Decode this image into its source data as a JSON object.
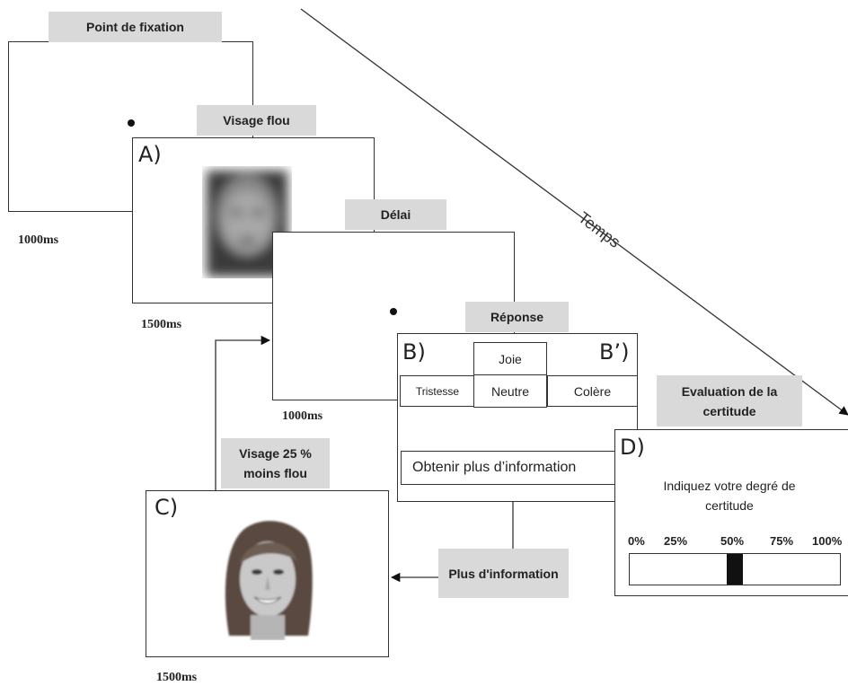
{
  "labels": {
    "fixation": "Point de fixation",
    "blurred_face": "Visage flou",
    "delay": "Délai",
    "response": "Réponse",
    "less_blur": "Visage 25 % moins flou",
    "more_info": "Plus d'information",
    "certainty_eval": "Evaluation de la certitude"
  },
  "durations": {
    "fixation": "1000ms",
    "face": "1500ms",
    "delay": "1000ms",
    "less_blur": "1500ms"
  },
  "time_arrow": "Temps",
  "panel_tags": {
    "a": "A)",
    "b": "B)",
    "b_prime": "B’)",
    "c": "C)",
    "d": "D)"
  },
  "response_options": {
    "top": "Joie",
    "left": "Tristesse",
    "middle": "Neutre",
    "right": "Colère",
    "more_info_button": "Obtenir plus d’information"
  },
  "certainty": {
    "prompt": "Indiquez votre degré de certitude",
    "ticks": [
      "0%",
      "25%",
      "50%",
      "75%",
      "100%"
    ],
    "marker_value": 0.5
  }
}
